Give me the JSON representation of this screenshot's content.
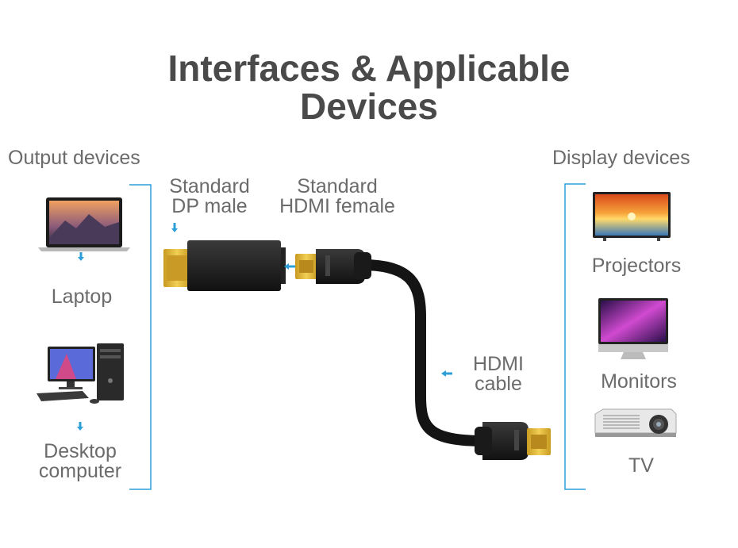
{
  "title": {
    "line1": "Interfaces & Applicable",
    "line2": "Devices"
  },
  "output": {
    "heading": "Output devices",
    "items": [
      {
        "label": "Laptop"
      },
      {
        "label_line1": "Desktop",
        "label_line2": "computer"
      }
    ]
  },
  "display": {
    "heading": "Display devices",
    "items": [
      {
        "label": "Projectors"
      },
      {
        "label": "Monitors"
      },
      {
        "label": "TV"
      }
    ]
  },
  "connectors": {
    "dp_line1": "Standard",
    "dp_line2": "DP male",
    "hdmi_f_line1": "Standard",
    "hdmi_f_line2": "HDMI female",
    "cable_line1": "HDMI",
    "cable_line2": "cable"
  },
  "colors": {
    "accent": "#2d9fd8",
    "cable": "#1a1a1a",
    "gold": "#e0b43a",
    "text": "#6b6b6b"
  }
}
